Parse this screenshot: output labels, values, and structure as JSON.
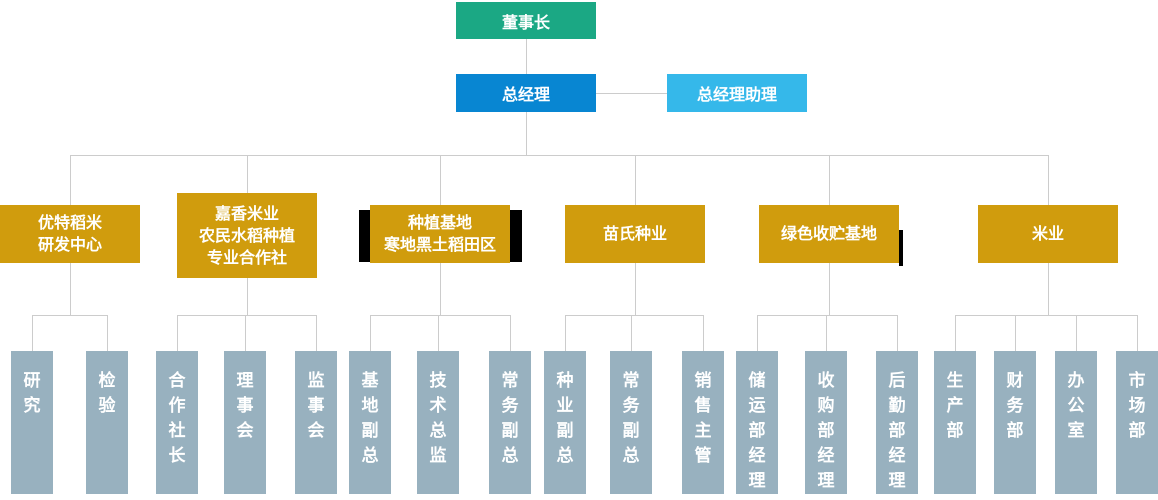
{
  "org": {
    "chairman": "董事长",
    "general_manager": "总经理",
    "gm_assistant": "总经理助理",
    "departments": [
      {
        "name": "优特稻米研发中心",
        "lines": [
          "优特稻米",
          "研发中心"
        ],
        "children": [
          "研究",
          "检验"
        ]
      },
      {
        "name": "嘉香米业农民水稻种植专业合作社",
        "lines": [
          "嘉香米业",
          "农民水稻种植",
          "专业合作社"
        ],
        "children": [
          "合作社长",
          "理事会",
          "监事会"
        ]
      },
      {
        "name": "种植基地寒地黑土稻田区",
        "lines": [
          "种植基地",
          "寒地黑土稻田区"
        ],
        "children": [
          "基地副总",
          "技术总监",
          "常务副总"
        ]
      },
      {
        "name": "苗氏种业",
        "lines": [
          "苗氏种业"
        ],
        "children": [
          "种业副总",
          "常务副总",
          "销售主管"
        ]
      },
      {
        "name": "绿色收贮基地",
        "lines": [
          "绿色收贮基地"
        ],
        "children": [
          "储运部经理",
          "收购部经理",
          "后勤部经理"
        ]
      },
      {
        "name": "米业",
        "lines": [
          "米业"
        ],
        "children": [
          "生产部",
          "财务部",
          "办公室",
          "市场部"
        ]
      }
    ]
  },
  "colors": {
    "chairman": "#1ba884",
    "gm": "#0886d2",
    "assistant": "#35b8ea",
    "dept": "#d09c0d",
    "leaf": "#98b1bf",
    "line": "#cccccc",
    "mark": "#000000",
    "text": "#ffffff",
    "background": "#ffffff"
  }
}
